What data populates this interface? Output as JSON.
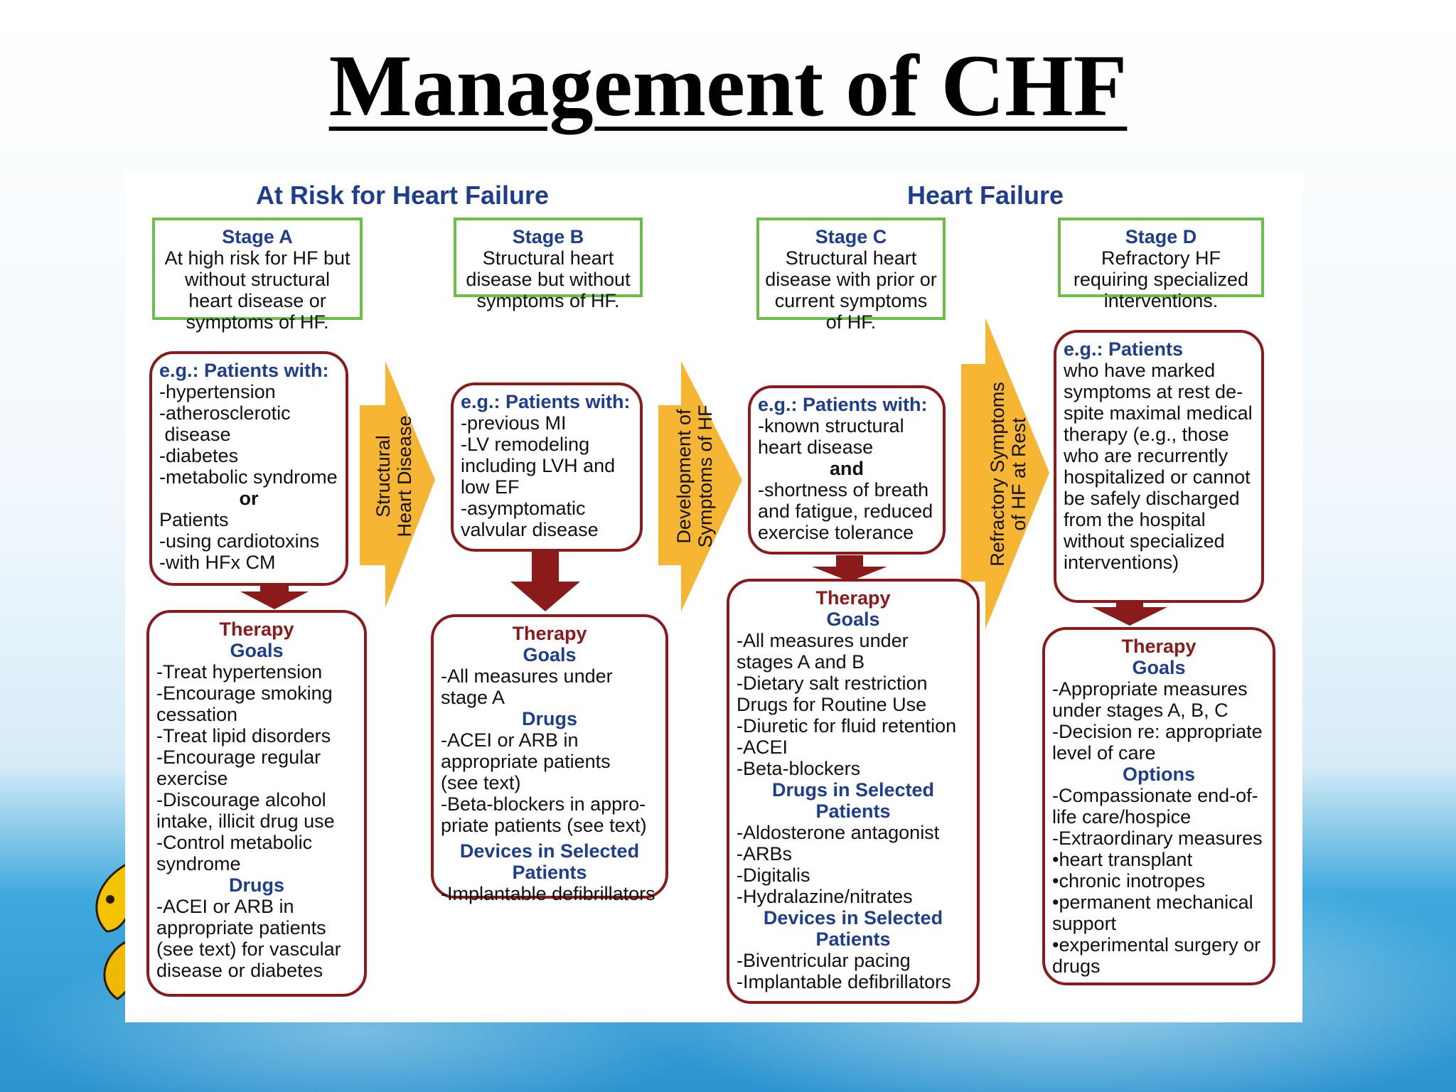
{
  "slide_title": "Management of CHF",
  "sections": {
    "at_risk": "At Risk for Heart Failure",
    "heart_failure": "Heart Failure"
  },
  "arrows": {
    "a_b": "Structural\nHeart Disease",
    "b_c": "Development of\nSymptoms of HF",
    "c_d": "Refractory Symptoms\nof HF at Rest"
  },
  "stages": [
    {
      "title": "Stage A",
      "lines": [
        "At high risk for HF but",
        "without structural",
        "heart disease or",
        "symptoms of HF."
      ]
    },
    {
      "title": "Stage B",
      "lines": [
        "Structural heart",
        "disease but without",
        "symptoms of HF."
      ]
    },
    {
      "title": "Stage C",
      "lines": [
        "Structural heart",
        "disease with prior or",
        "current symptoms",
        "of HF."
      ]
    },
    {
      "title": "Stage D",
      "lines": [
        "Refractory HF",
        "requiring specialized",
        "interventions."
      ]
    }
  ],
  "examples": [
    {
      "heading": "e.g.: Patients with:",
      "lines": [
        "-hypertension",
        "-atherosclerotic",
        " disease",
        "-diabetes",
        "-metabolic syndrome"
      ],
      "connector": "or",
      "lines2": [
        "Patients",
        "-using cardiotoxins",
        "-with HFx CM"
      ]
    },
    {
      "heading": "e.g.: Patients with:",
      "lines": [
        "-previous MI",
        "-LV remodeling",
        "including LVH and",
        "low EF",
        "-asymptomatic",
        "valvular disease"
      ]
    },
    {
      "heading": "e.g.: Patients with:",
      "lines": [
        "-known structural",
        "heart disease"
      ],
      "connector": "and",
      "lines2": [
        "-shortness of breath",
        "and fatigue, reduced",
        "exercise tolerance"
      ]
    },
    {
      "heading": "e.g.: Patients",
      "lines": [
        "who have marked",
        "symptoms at rest de-",
        "spite maximal medical",
        "therapy (e.g., those",
        "who are recurrently",
        "hospitalized or cannot",
        "be safely discharged",
        "from the hospital",
        "without specialized",
        "interventions)"
      ]
    }
  ],
  "therapy": [
    {
      "heading1": "Therapy",
      "heading2": "Goals",
      "goals": [
        "-Treat hypertension",
        "-Encourage smoking",
        "cessation",
        "-Treat lipid disorders",
        "-Encourage regular",
        "exercise",
        "-Discourage alcohol",
        "intake, illicit drug use",
        "-Control metabolic",
        "syndrome"
      ],
      "drugs_heading": "Drugs",
      "drugs": [
        "-ACEI or ARB in",
        "appropriate patients",
        "(see text) for vascular",
        "disease or diabetes"
      ]
    },
    {
      "heading1": "Therapy",
      "heading2": "Goals",
      "goals": [
        "-All measures under",
        "stage A"
      ],
      "drugs_heading": "Drugs",
      "drugs": [
        "-ACEI or ARB in",
        "appropriate patients",
        "(see text)",
        "-Beta-blockers in appro-",
        "priate patients (see text)"
      ],
      "devices_heading": [
        "Devices in Selected",
        "Patients"
      ],
      "devices": [
        "-Implantable defibrillators"
      ]
    },
    {
      "heading1": "Therapy",
      "heading2": "Goals",
      "goals": [
        "-All measures under",
        "stages A and B",
        "-Dietary salt restriction",
        "Drugs for Routine Use",
        "-Diuretic for fluid retention",
        "-ACEI",
        "-Beta-blockers"
      ],
      "selected_heading": [
        "Drugs in Selected",
        "Patients"
      ],
      "selected": [
        "-Aldosterone antagonist",
        "-ARBs",
        "-Digitalis",
        "-Hydralazine/nitrates"
      ],
      "devices_heading": [
        "Devices in Selected",
        "Patients"
      ],
      "devices": [
        "-Biventricular pacing",
        "-Implantable defibrillators"
      ]
    },
    {
      "heading1": "Therapy",
      "heading2": "Goals",
      "goals": [
        "-Appropriate measures",
        "under stages A, B, C",
        "-Decision re: appropriate",
        "level of care"
      ],
      "options_heading": "Options",
      "options": [
        "-Compassionate end-of-",
        "life care/hospice",
        "-Extraordinary measures",
        "•heart transplant",
        "•chronic inotropes",
        "•permanent mechanical",
        "support",
        "•experimental surgery or",
        "drugs"
      ]
    }
  ]
}
